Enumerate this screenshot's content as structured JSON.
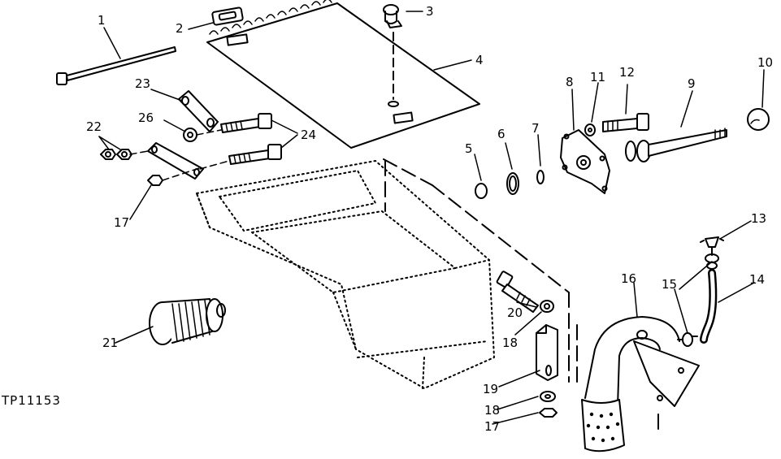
{
  "figure": {
    "reference_code": "TP11153",
    "callouts": [
      {
        "id": "c1",
        "text": "1"
      },
      {
        "id": "c2",
        "text": "2"
      },
      {
        "id": "c3",
        "text": "3"
      },
      {
        "id": "c4",
        "text": "4"
      },
      {
        "id": "c5",
        "text": "5"
      },
      {
        "id": "c6",
        "text": "6"
      },
      {
        "id": "c7",
        "text": "7"
      },
      {
        "id": "c8",
        "text": "8"
      },
      {
        "id": "c9",
        "text": "9"
      },
      {
        "id": "c10",
        "text": "10"
      },
      {
        "id": "c11",
        "text": "11"
      },
      {
        "id": "c12",
        "text": "12"
      },
      {
        "id": "c13",
        "text": "13"
      },
      {
        "id": "c14",
        "text": "14"
      },
      {
        "id": "c15",
        "text": "15"
      },
      {
        "id": "c16",
        "text": "16"
      },
      {
        "id": "c17a",
        "text": "17"
      },
      {
        "id": "c17b",
        "text": "17"
      },
      {
        "id": "c18a",
        "text": "18"
      },
      {
        "id": "c18b",
        "text": "18"
      },
      {
        "id": "c19",
        "text": "19"
      },
      {
        "id": "c20",
        "text": "20"
      },
      {
        "id": "c21",
        "text": "21"
      },
      {
        "id": "c22",
        "text": "22"
      },
      {
        "id": "c23",
        "text": "23"
      },
      {
        "id": "c24",
        "text": "24"
      },
      {
        "id": "c26",
        "text": "26"
      }
    ]
  }
}
